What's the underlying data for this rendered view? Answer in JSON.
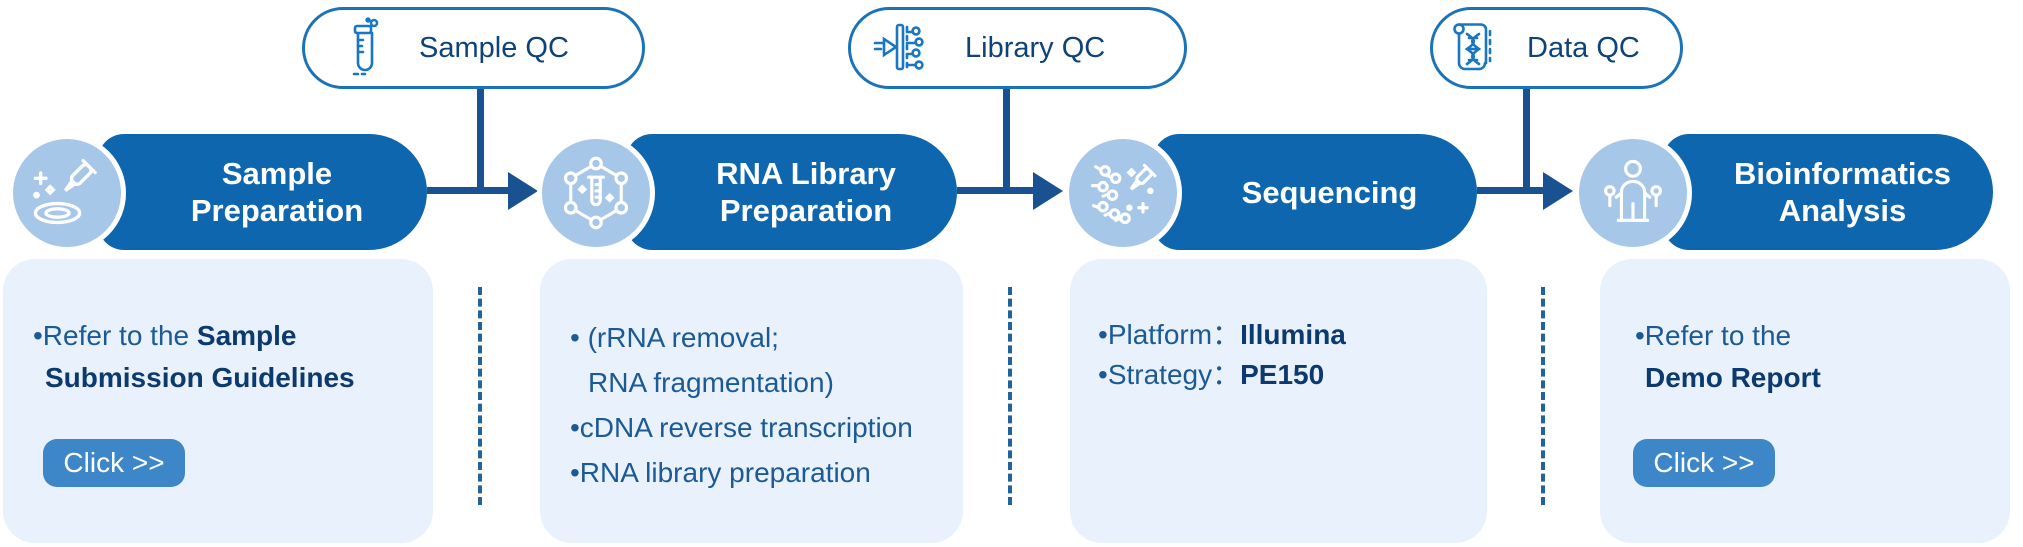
{
  "qc_pills": [
    {
      "label": "Sample QC",
      "icon": "test-tube-icon"
    },
    {
      "label": "Library QC",
      "icon": "library-fragment-icon"
    },
    {
      "label": "Data QC",
      "icon": "scroll-dna-icon"
    }
  ],
  "steps": [
    {
      "line1": "Sample",
      "line2": "Preparation",
      "icon": "dropper-dish-icon"
    },
    {
      "line1": "RNA Library",
      "line2": "Preparation",
      "icon": "molecule-tube-icon"
    },
    {
      "line1": "Sequencing",
      "line2": "",
      "icon": "beads-pipette-icon"
    },
    {
      "line1": "Bioinformatics",
      "line2": "Analysis",
      "icon": "person-tools-icon"
    }
  ],
  "cards": [
    {
      "lead": "•Refer to the ",
      "bold_link": "Sample Submission Guidelines",
      "button_label": "Click >>"
    },
    {
      "lines": [
        "• (rRNA removal;",
        "RNA fragmentation)",
        "•cDNA reverse transcription",
        "•RNA library preparation"
      ]
    },
    {
      "rows": [
        {
          "bullet": "•",
          "label": "Platform",
          "colon": "：",
          "value": "Illumina"
        },
        {
          "bullet": "•",
          "label": "Strategy",
          "colon": "：",
          "value": "PE150"
        }
      ]
    },
    {
      "lead": "•Refer to the",
      "bold_link": "Demo Report",
      "button_label": "Click >>"
    }
  ],
  "colors": {
    "step_pill": "#0e67ae",
    "icon_circle": "#a7c7e9",
    "connector": "#1a5190",
    "qc_border": "#1a72b8",
    "qc_text": "#0d4379",
    "card_bg": "#e8f1fc",
    "card_text": "#1c5a96",
    "card_text_bold": "#0c3a6e",
    "button_bg": "#3d87c9",
    "divider": "#20649f"
  }
}
